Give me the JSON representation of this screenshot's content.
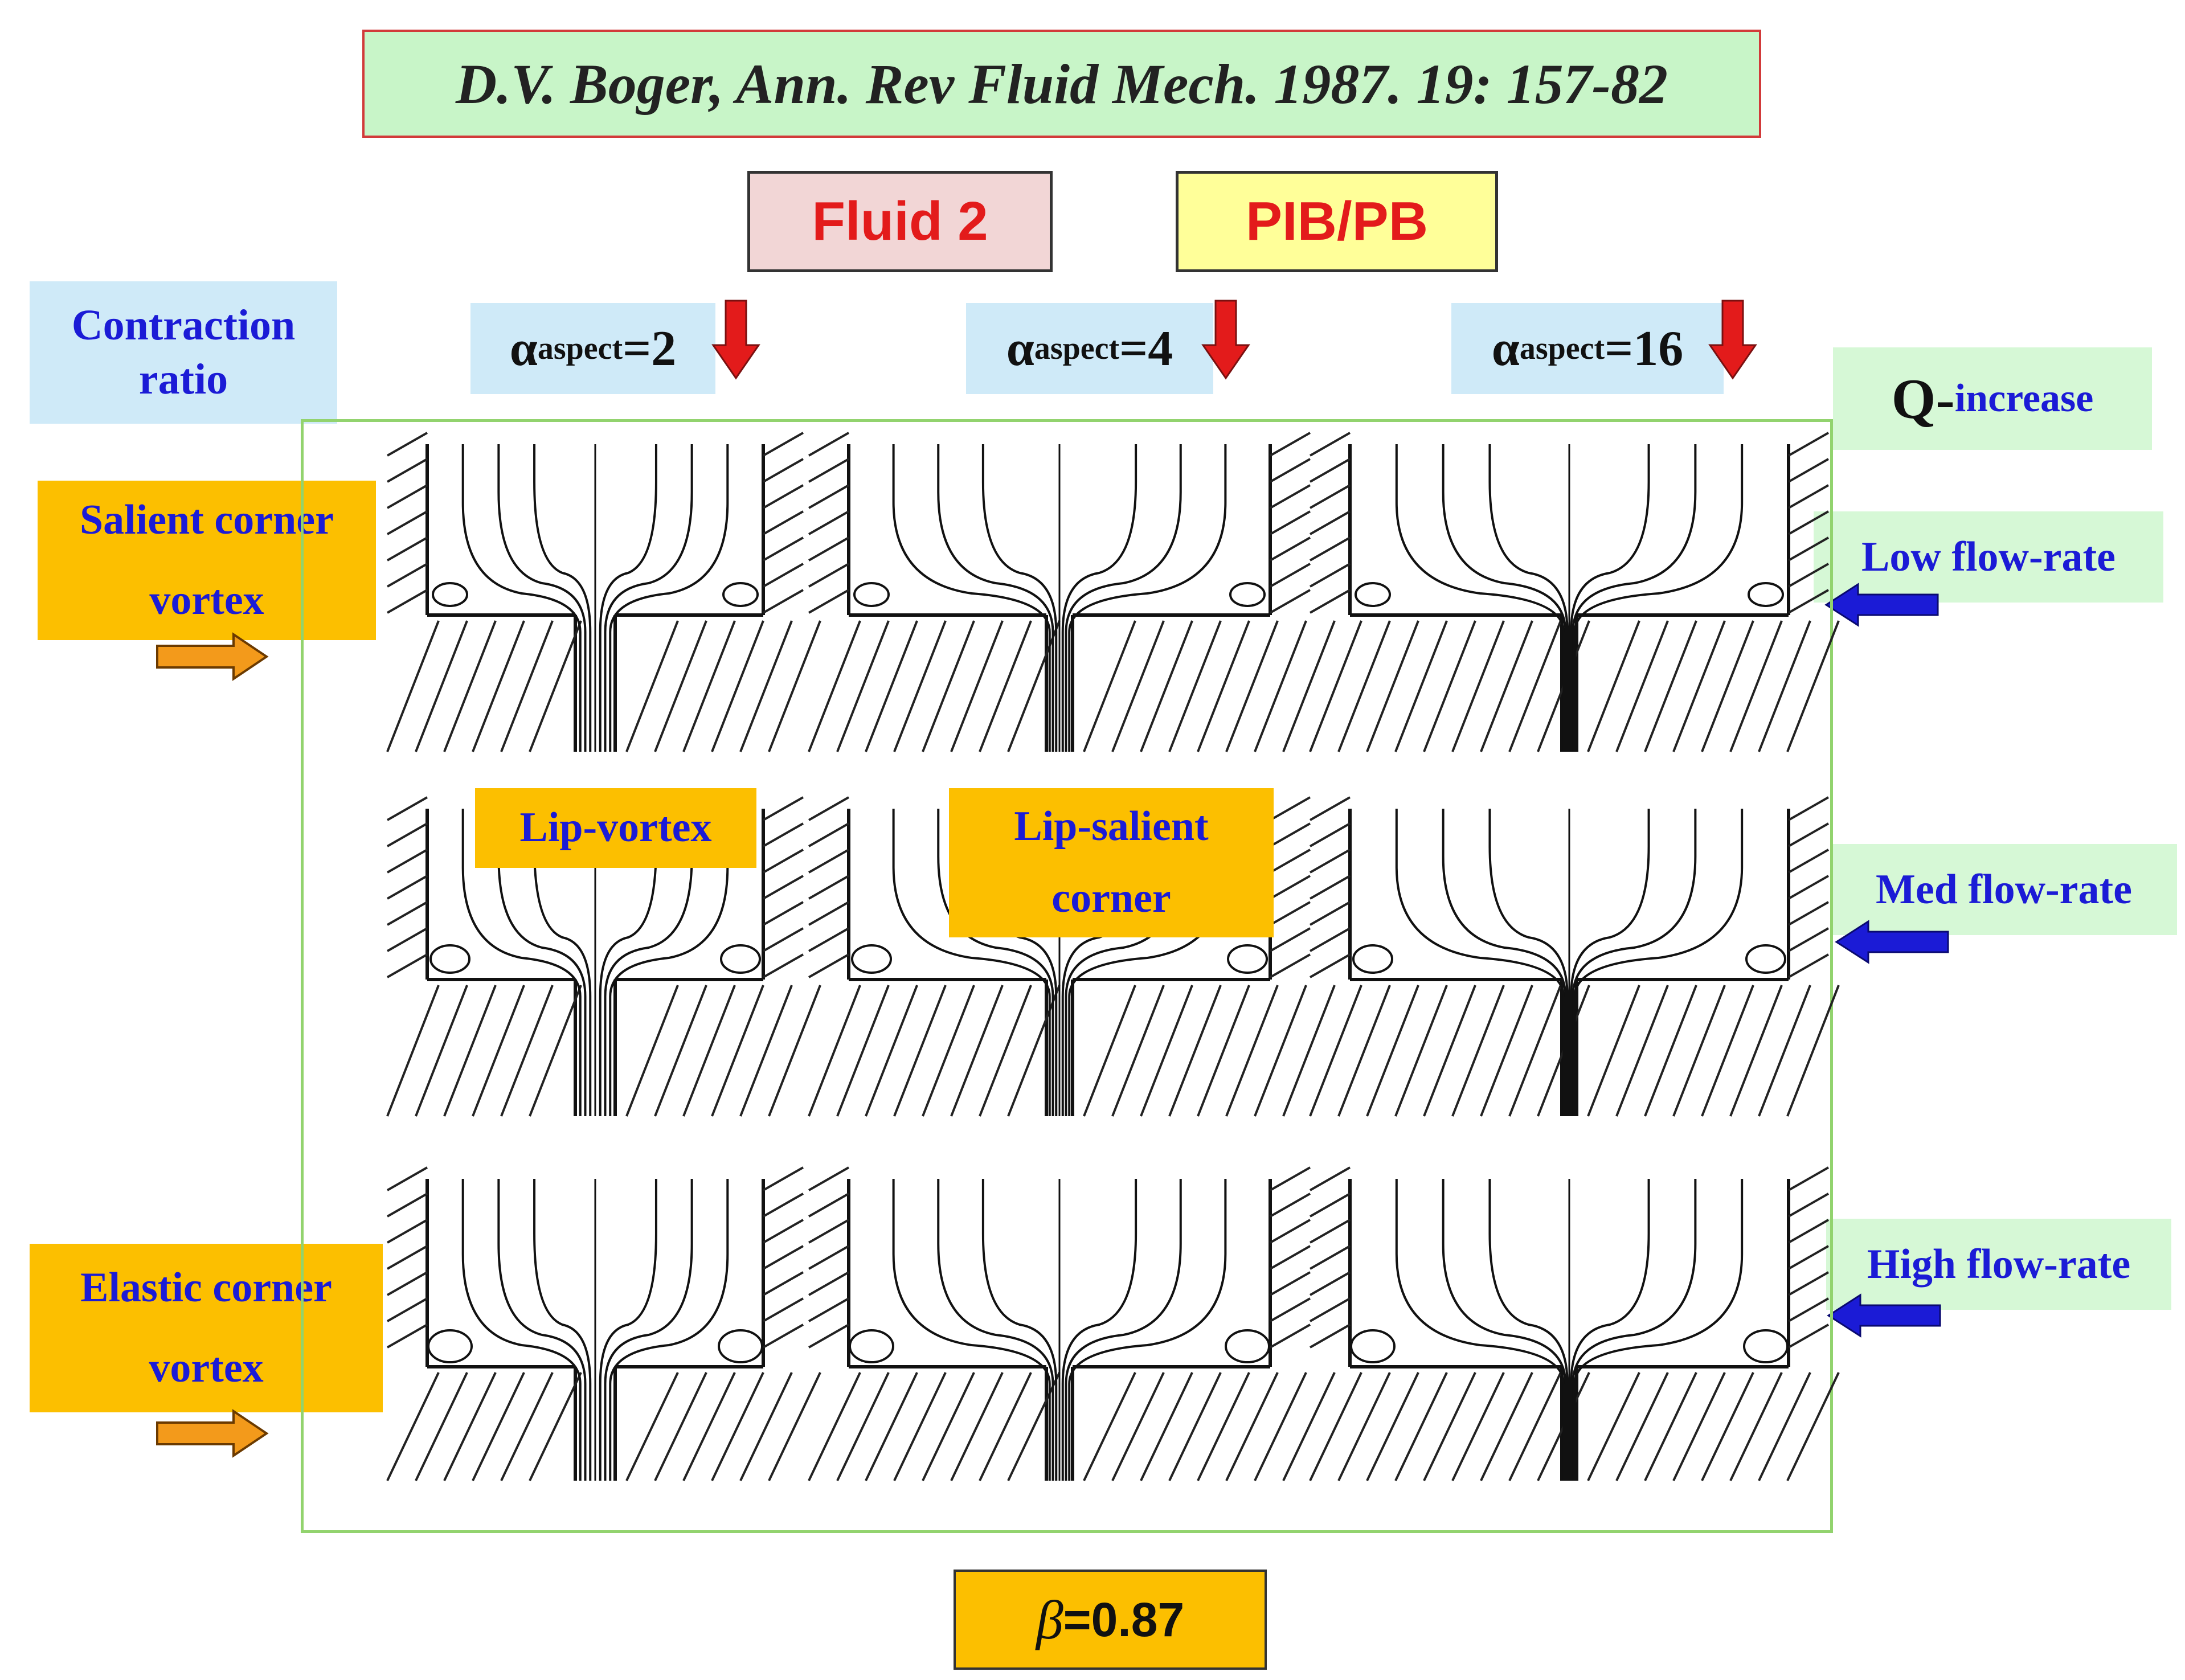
{
  "reference": "D.V. Boger, Ann. Rev Fluid Mech. 1987. 19: 157-82",
  "fluid_label": "Fluid 2",
  "material_label": "PIB/PB",
  "contraction_ratio": [
    "Contraction",
    "ratio"
  ],
  "aspect": {
    "symbol": "α",
    "subscript": "aspect",
    "values": [
      "=2",
      "=4",
      "=16"
    ]
  },
  "q_increase": {
    "q": "Q-",
    "increase": "increase"
  },
  "flow_rates": [
    "Low flow-rate",
    "Med flow-rate",
    "High flow-rate"
  ],
  "salient_corner_vortex": [
    "Salient corner",
    "vortex"
  ],
  "elastic_corner_vortex": [
    "Elastic corner",
    "vortex"
  ],
  "lip_vortex": "Lip-vortex",
  "lip_salient_corner": [
    "Lip-salient",
    "corner"
  ],
  "beta": {
    "symbol": "β",
    "value": "=0.87"
  },
  "colors": {
    "title_bg": "#c8f5c8",
    "red_text": "#e31b1b",
    "blue_text": "#1b1bd6",
    "orange_box": "#fcbf00",
    "light_blue_box": "#cfeaf8",
    "green_box": "#d6f8d6",
    "frame_green": "#92d36e",
    "down_arrow": "#e31b1b",
    "right_arrow": "#f39a1b",
    "left_arrow": "#1b1bd6"
  },
  "icons": {
    "aspect_indicator": "down-arrow-icon",
    "vortex_pointer": "right-arrow-icon",
    "flow_pointer": "left-arrow-icon"
  }
}
